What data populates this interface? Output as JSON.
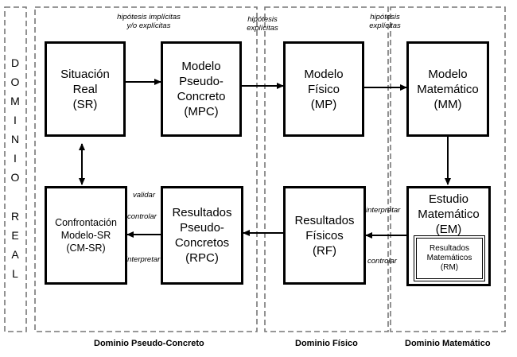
{
  "domains": {
    "real": {
      "letters": [
        "D",
        "O",
        "M",
        "I",
        "N",
        "I",
        "O",
        "",
        "R",
        "E",
        "A",
        "L"
      ]
    },
    "pseudo_concreto": "Dominio Pseudo-Concreto",
    "fisico": "Dominio Físico",
    "matematico": "Dominio Matemático"
  },
  "boxes": {
    "sr": [
      "Situación",
      "Real",
      "(SR)"
    ],
    "mpc": [
      "Modelo",
      "Pseudo-",
      "Concreto",
      "(MPC)"
    ],
    "mp": [
      "Modelo",
      "Físico",
      "(MP)"
    ],
    "mm": [
      "Modelo",
      "Matemático",
      "(MM)"
    ],
    "cmsr": [
      "Confrontación",
      "Modelo-SR",
      "(CM-SR)"
    ],
    "rpc": [
      "Resultados",
      "Pseudo-",
      "Concretos",
      "(RPC)"
    ],
    "rf": [
      "Resultados",
      "Físicos",
      "(RF)"
    ],
    "em": [
      "Estudio",
      "Matemático",
      "(EM)"
    ],
    "rm": [
      "Resultados",
      "Matemáticos",
      "(RM)"
    ]
  },
  "annotations": {
    "hyp1": [
      "hipótesis implícitas",
      "y/o explícitas"
    ],
    "hyp2": [
      "hipótesis",
      "explícitas"
    ],
    "hyp3": [
      "hipótesis",
      "explícitas"
    ],
    "validar": "validar",
    "controlar1": "controlar",
    "interpretar1": "interpretar",
    "interpretar2": "interpretar",
    "controlar2": "controlar"
  }
}
